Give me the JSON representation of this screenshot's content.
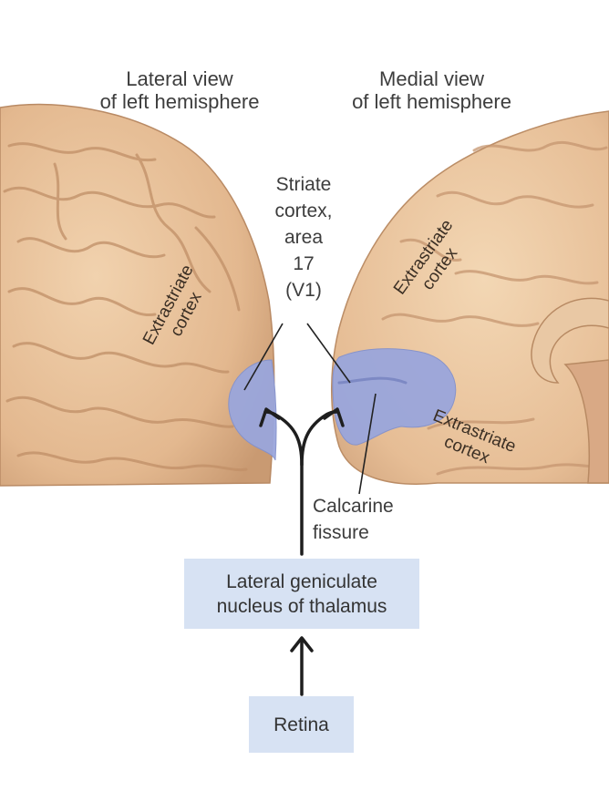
{
  "labels": {
    "lateral_view": "Lateral view\nof left hemisphere",
    "medial_view": "Medial view\nof left hemisphere",
    "striate_cortex": "Striate\ncortex,\narea\n17\n(V1)",
    "extrastriate_left": "Extrastriate\ncortex",
    "extrastriate_right_top": "Extrastriate\ncortex",
    "extrastriate_right_bottom": "Extrastriate\ncortex",
    "calcarine_fissure": "Calcarine\nfissure"
  },
  "boxes": {
    "lgn": "Lateral geniculate\nnucleus of thalamus",
    "retina": "Retina"
  },
  "colors": {
    "brain": "#e8c4a0",
    "brain_shadow": "#c99a72",
    "v1_region": "#9aa6dc",
    "box_fill": "#d7e2f3",
    "arrow": "#1e1e1e"
  }
}
